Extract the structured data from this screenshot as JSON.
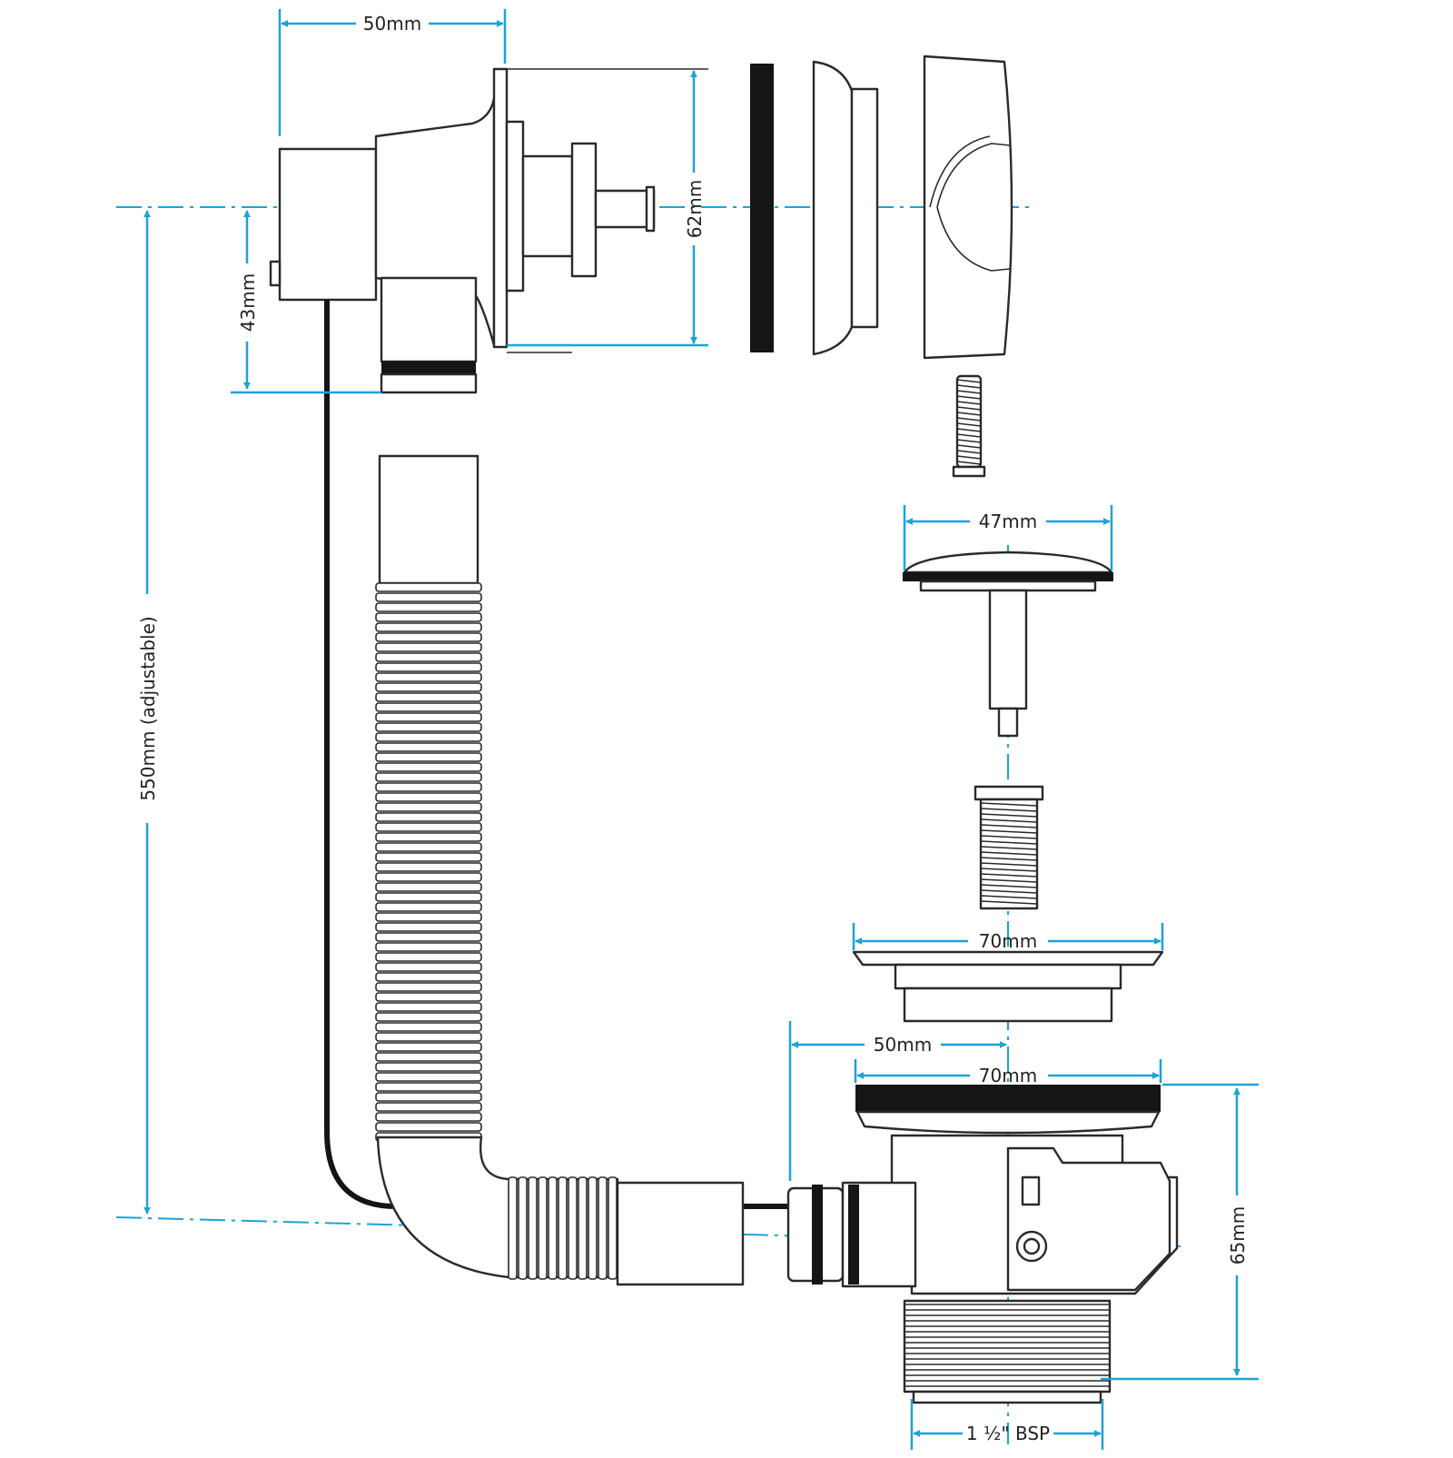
{
  "colors": {
    "dimension": "#1aa3d9",
    "outline": "#2a2a2a",
    "gasket": "#151515",
    "background": "#ffffff"
  },
  "dimensions": {
    "top_width": "50mm",
    "top_height": "62mm",
    "overflow_offset": "43mm",
    "overall_length": "550mm (adjustable)",
    "plug_diameter": "47mm",
    "flange_diameter": "70mm",
    "body_offset": "50mm",
    "body_flange_diameter": "70mm",
    "body_height": "65mm",
    "thread_size": "1 ½\" BSP"
  }
}
